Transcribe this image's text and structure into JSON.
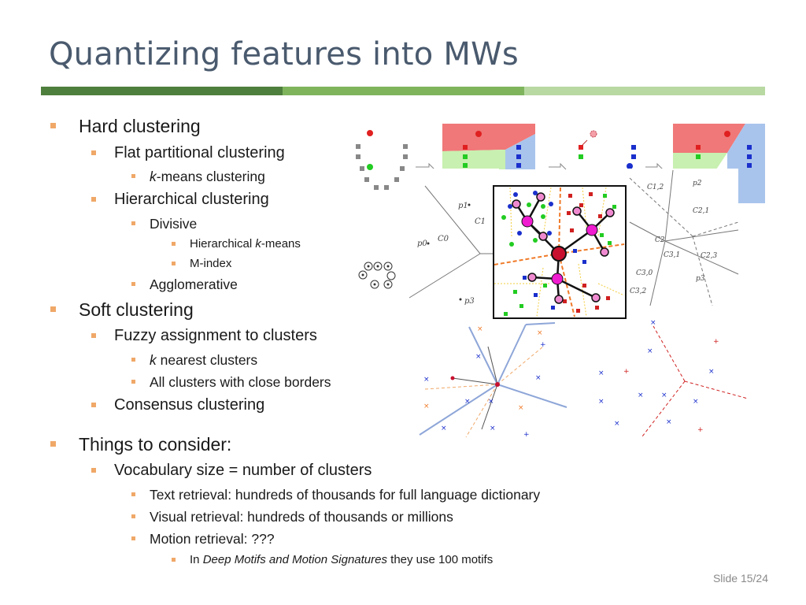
{
  "slide": {
    "title": "Quantizing features into MWs",
    "number": "Slide 15/24"
  },
  "bullets": {
    "hard_clustering": "Hard clustering",
    "flat": "Flat partitional clustering",
    "kmeans_k": "k",
    "kmeans_rest": "-means clustering",
    "hierarchical": "Hierarchical clustering",
    "divisive": "Divisive",
    "hkm_pre": "Hierarchical ",
    "hkm_k": "k",
    "hkm_post": "-means",
    "mindex": "M-index",
    "agglomerative": "Agglomerative",
    "soft_clustering": "Soft clustering",
    "fuzzy": "Fuzzy assignment to clusters",
    "knn_k": "k",
    "knn_rest": " nearest clusters",
    "close_borders": "All clusters with close borders",
    "consensus": "Consensus clustering",
    "things": "Things to consider:",
    "vocab": "Vocabulary size = number of clusters",
    "text_retrieval": "Text retrieval: hundreds of thousands for full language dictionary",
    "visual_retrieval": "Visual retrieval: hundreds of thousands or millions",
    "motion_retrieval": "Motion retrieval: ???",
    "deep_pre": "In ",
    "deep_it": "Deep Motifs and Motion Signatures",
    "deep_post": " they use 100 motifs"
  },
  "figure_labels": {
    "voronoi_left": [
      "p1",
      "C1",
      "p0",
      "C0",
      "p3"
    ],
    "voronoi_right": [
      "C1,2",
      "p2",
      "C2,1",
      "C2",
      "C3,1",
      "C2,3",
      "C3,0",
      "C3,2",
      "p3"
    ]
  },
  "colors": {
    "title": "#4a5a6e",
    "bullet": "#f0a868",
    "bar_dark": "#4f7f3d",
    "bar_mid": "#7fb45d",
    "bar_light": "#b9d9a3"
  }
}
